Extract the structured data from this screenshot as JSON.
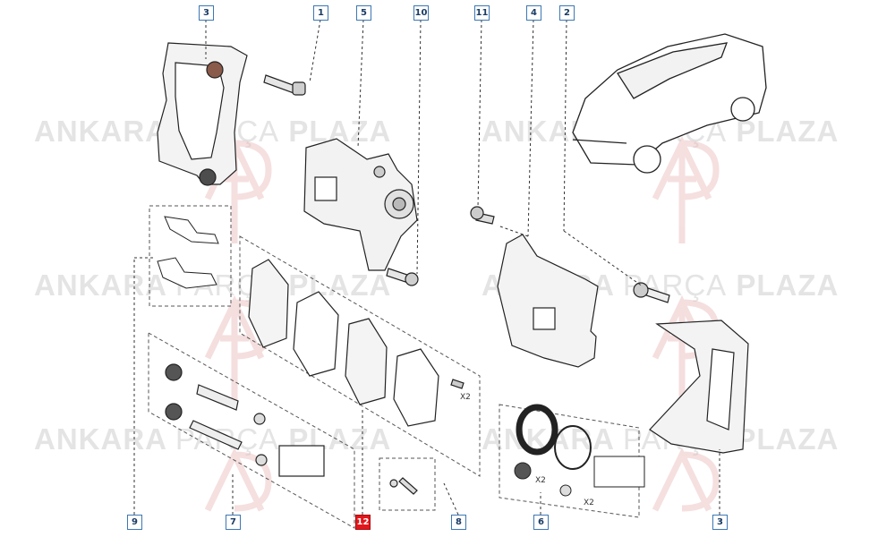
{
  "diagram": {
    "callouts": {
      "c3_top": "3",
      "c1": "1",
      "c5": "5",
      "c10": "10",
      "c11": "11",
      "c4": "4",
      "c2": "2",
      "c9": "9",
      "c7": "7",
      "c12": "12",
      "c8": "8",
      "c6": "6",
      "c3_bottom": "3"
    },
    "quantity_labels": {
      "pads_bolt": "X2",
      "seal": "X2",
      "bleed_bolt": "X2"
    },
    "highlight_color": "#e3161b",
    "callout_color": "#3c78b4"
  },
  "watermark": {
    "brand_bold_1": "ANKARA",
    "brand_thin": "PARÇA",
    "brand_bold_2": "PLAZA",
    "logo_letters": "AP"
  }
}
